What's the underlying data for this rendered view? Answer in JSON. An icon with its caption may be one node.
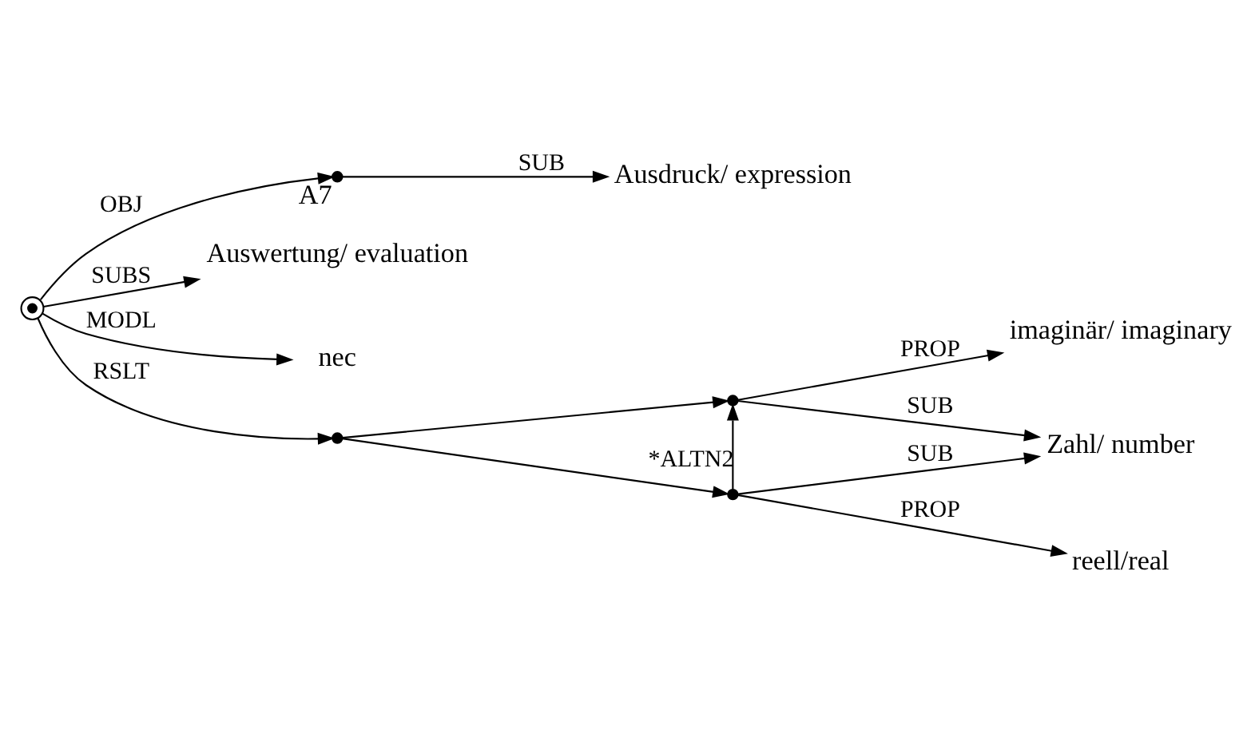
{
  "diagram": {
    "nodes": [
      {
        "text": [],
        "shape": "circle"
      },
      {
        "text": [],
        "shape": "circle",
        "beside": [
          "A7"
        ]
      },
      {
        "text": [
          "Ausdruck/ expression"
        ]
      },
      {
        "text": [
          "Auswertung/ evaluation"
        ]
      },
      {
        "text": [
          "nec"
        ]
      },
      {
        "text": [],
        "shape": "circle"
      },
      {
        "text": [],
        "shape": "circle"
      },
      {
        "text": [],
        "shape": "circle"
      },
      {
        "text": [
          "imaginär/ imaginary"
        ]
      },
      {
        "text": [
          "Zahl/ number"
        ]
      },
      {
        "text": [
          "reell/real"
        ]
      }
    ],
    "edges": [
      {
        "from": 0,
        "to": 1,
        "arrow": "to",
        "label": "OBJ"
      },
      {
        "from": 1,
        "to": 2,
        "arrow": "to",
        "label": "SUB"
      },
      {
        "from": 0,
        "to": 3,
        "arrow": "to",
        "label": "SUBS"
      },
      {
        "from": 0,
        "to": 4,
        "arrow": "to",
        "label": "MODL"
      },
      {
        "from": 0,
        "to": 5,
        "arrow": "to",
        "label": "RSLT"
      },
      {
        "from": 5,
        "to": 6,
        "arrow": "to"
      },
      {
        "from": 5,
        "to": 7,
        "arrow": "to"
      },
      {
        "from": 7,
        "to": 6,
        "arrow": "to",
        "label": "*ALTN2"
      },
      {
        "from": 6,
        "to": 8,
        "arrow": "to",
        "label": "PROP"
      },
      {
        "from": 6,
        "to": 9,
        "arrow": "to",
        "label": "SUB"
      },
      {
        "from": 7,
        "to": 9,
        "arrow": "to",
        "label": "SUB"
      },
      {
        "from": 7,
        "to": 10,
        "arrow": "to",
        "label": "PROP"
      }
    ]
  }
}
